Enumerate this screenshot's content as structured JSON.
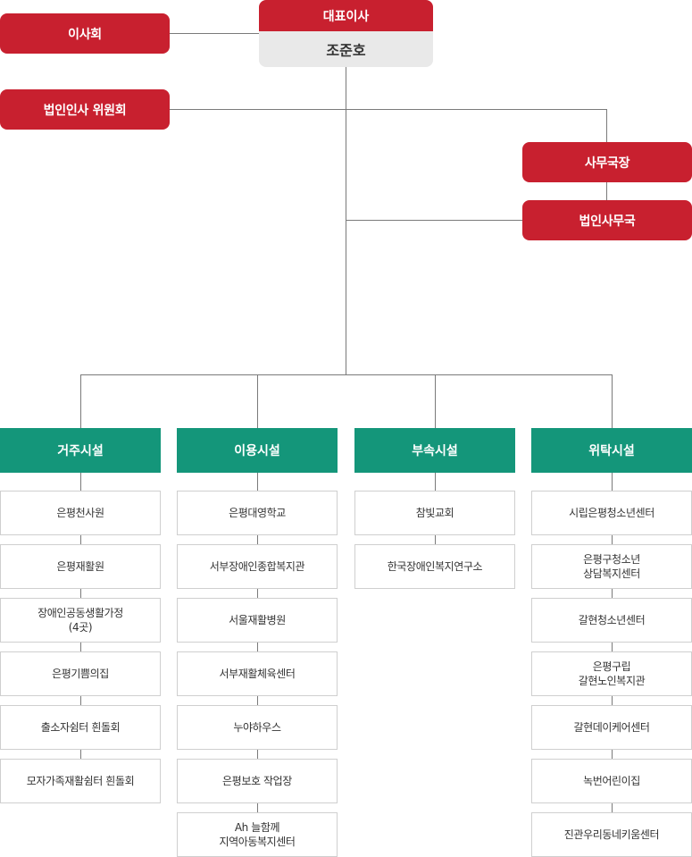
{
  "ceo": {
    "title": "대표이사",
    "name": "조준호"
  },
  "board": "이사회",
  "committee": "법인인사 위원회",
  "secretary_general": "사무국장",
  "secretariat": "법인사무국",
  "columns": [
    {
      "title": "거주시설",
      "items": [
        "은평천사원",
        "은평재활원",
        "장애인공동생활가정\n(4곳)",
        "은평기쁨의집",
        "출소자쉼터 흰돌회",
        "모자가족재활쉼터 흰돌회"
      ]
    },
    {
      "title": "이용시설",
      "items": [
        "은평대영학교",
        "서부장애인종합복지관",
        "서울재활병원",
        "서부재활체육센터",
        "누야하우스",
        "은평보호 작업장",
        "Ah 늘함께\n지역아동복지센터"
      ]
    },
    {
      "title": "부속시설",
      "items": [
        "참빛교회",
        "한국장애인복지연구소"
      ]
    },
    {
      "title": "위탁시설",
      "items": [
        "시립은평청소년센터",
        "은평구청소년\n상담복지센터",
        "갈현청소년센터",
        "은평구립\n갈현노인복지관",
        "갈현데이케어센터",
        "녹번어린이집",
        "진관우리동네키움센터"
      ]
    }
  ]
}
